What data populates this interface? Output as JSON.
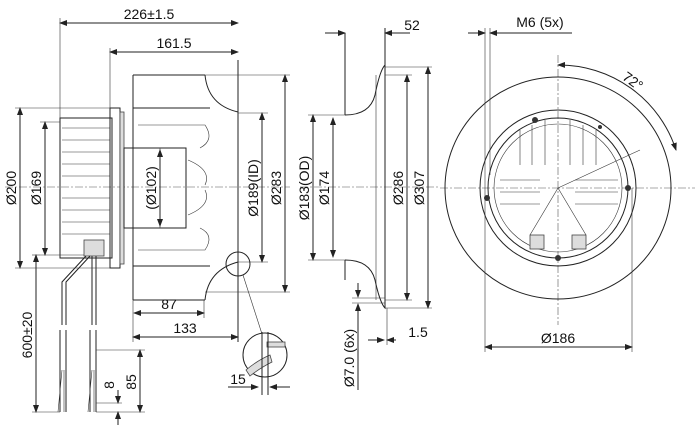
{
  "side_view": {
    "overall_length": "226±1.5",
    "housing_length": "161.5",
    "motor_dia": "Ø200",
    "motor_inner_dia": "Ø169",
    "hub_dia": "(Ø102)",
    "inlet_id": "Ø189(ID)",
    "impeller_dia": "Ø283",
    "depth_87": "87",
    "depth_133": "133",
    "cable_length": "600±20",
    "strip_8": "8",
    "strip_85": "85",
    "detail_15": "15"
  },
  "inlet_ring_view": {
    "width": "52",
    "outer_dia": "Ø183(OD)",
    "inner_dia": "Ø174",
    "flange_dia": "Ø286",
    "flange_outer_dia": "Ø307",
    "thickness": "1.5",
    "holes": "Ø7.0 (6x)"
  },
  "front_view": {
    "thread": "M6 (5x)",
    "angle": "72°",
    "bolt_circle": "Ø186"
  }
}
